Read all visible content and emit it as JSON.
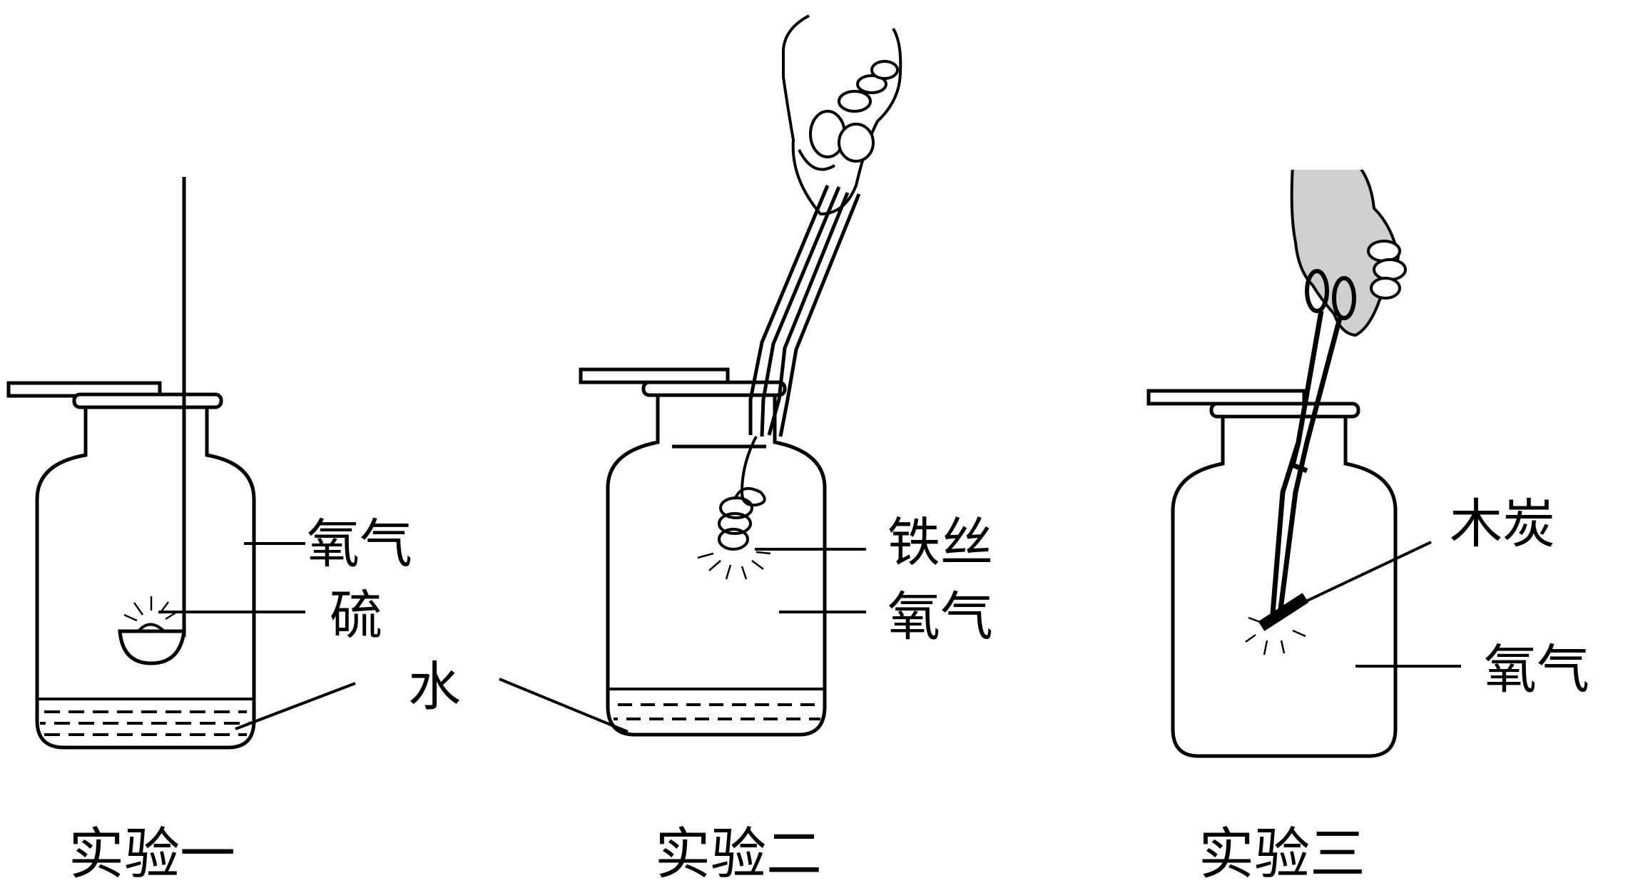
{
  "experiment1": {
    "caption": "实验一",
    "labels": {
      "oxygen": "氧气",
      "sulfur": "硫",
      "water": "水"
    }
  },
  "experiment2": {
    "caption": "实验二",
    "labels": {
      "iron_wire": "铁丝",
      "oxygen": "氧气"
    }
  },
  "experiment3": {
    "caption": "实验三",
    "labels": {
      "charcoal": "木炭",
      "oxygen": "氧气"
    }
  }
}
